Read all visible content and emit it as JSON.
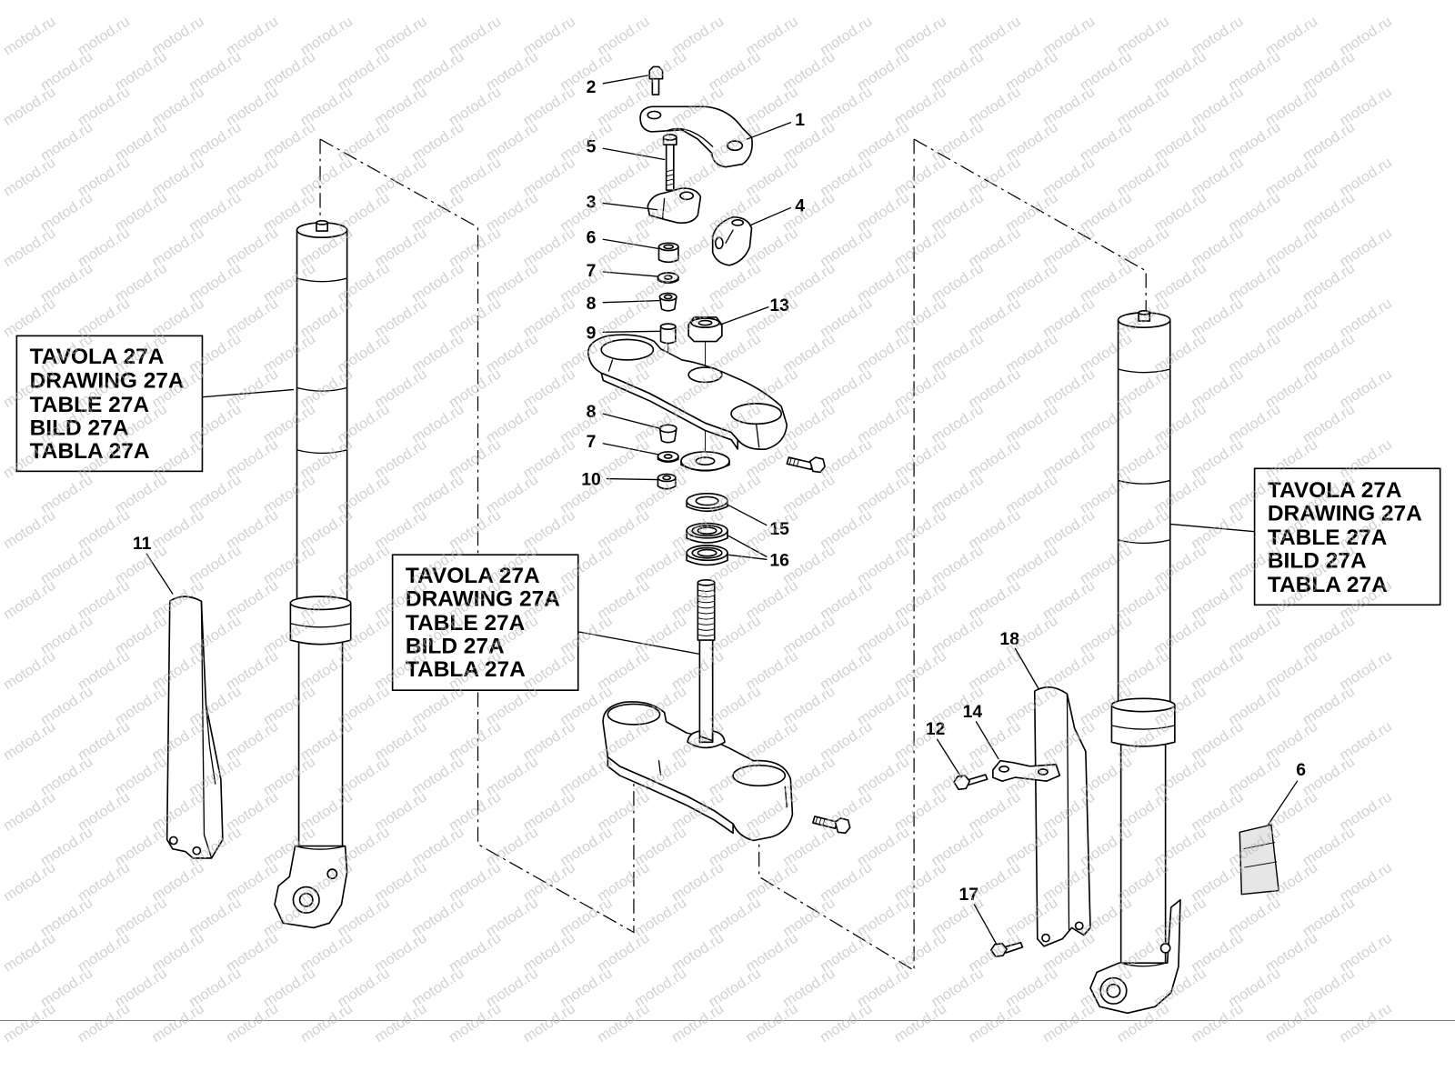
{
  "watermark": "motod.ru",
  "callouts": [
    "2",
    "1",
    "5",
    "3",
    "4",
    "6",
    "7",
    "8",
    "9",
    "13",
    "8",
    "7",
    "10",
    "15",
    "16",
    "11",
    "18",
    "12",
    "14",
    "6",
    "17"
  ],
  "references": [
    {
      "lines": [
        "TAVOLA 27A",
        "DRAWING 27A",
        "TABLE 27A",
        "BILD 27A",
        "TABLA 27A"
      ]
    },
    {
      "lines": [
        "TAVOLA 27A",
        "DRAWING 27A",
        "TABLE 27A",
        "BILD 27A",
        "TABLA 27A"
      ]
    },
    {
      "lines": [
        "TAVOLA 27A",
        "DRAWING 27A",
        "TABLE 27A",
        "BILD 27A",
        "TABLA 27A"
      ]
    }
  ],
  "colors": {
    "line": "#000000",
    "watermark": "#b4b4b4",
    "sticker": "#e6e6e6"
  }
}
